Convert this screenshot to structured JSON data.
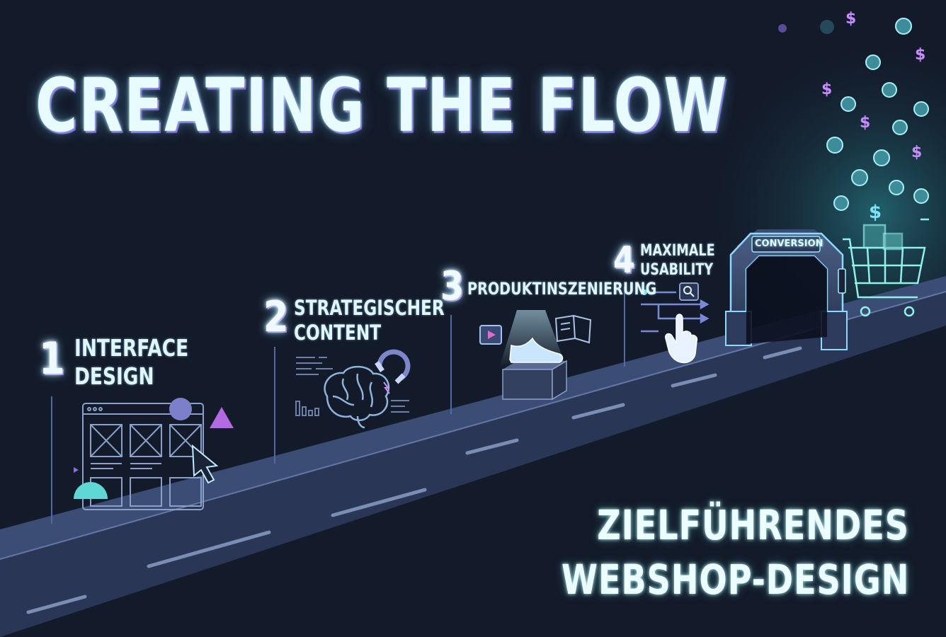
{
  "title": "CREATING THE FLOW",
  "steps": [
    {
      "number": "1",
      "label_line1": "INTERFACE",
      "label_line2": "DESIGN"
    },
    {
      "number": "2",
      "label_line1": "STRATEGISCHER",
      "label_line2": "CONTENT"
    },
    {
      "number": "3",
      "label_line1": "PRODUKTINSZENIERUNG",
      "label_line2": ""
    },
    {
      "number": "4",
      "label_line1": "MAXIMALE",
      "label_line2": "USABILITY"
    }
  ],
  "gate_label": "CONVERSION",
  "bottom": {
    "line1": "ZIELFÜHRENDES",
    "line2": "WEBSHOP-DESIGN"
  },
  "colors": {
    "background": "#131a2a",
    "road": "#2d3a5c",
    "neon_cyan": "#7fe3f5",
    "neon_purple": "#9b6bff"
  },
  "icons": [
    "wireframe-icon",
    "cursor-icon",
    "brain-icon",
    "magnet-icon",
    "sneaker-icon",
    "book-icon",
    "video-icon",
    "pointing-hand-icon",
    "search-icon",
    "gate-icon",
    "shopping-cart-icon",
    "dollar-coin-icon"
  ]
}
